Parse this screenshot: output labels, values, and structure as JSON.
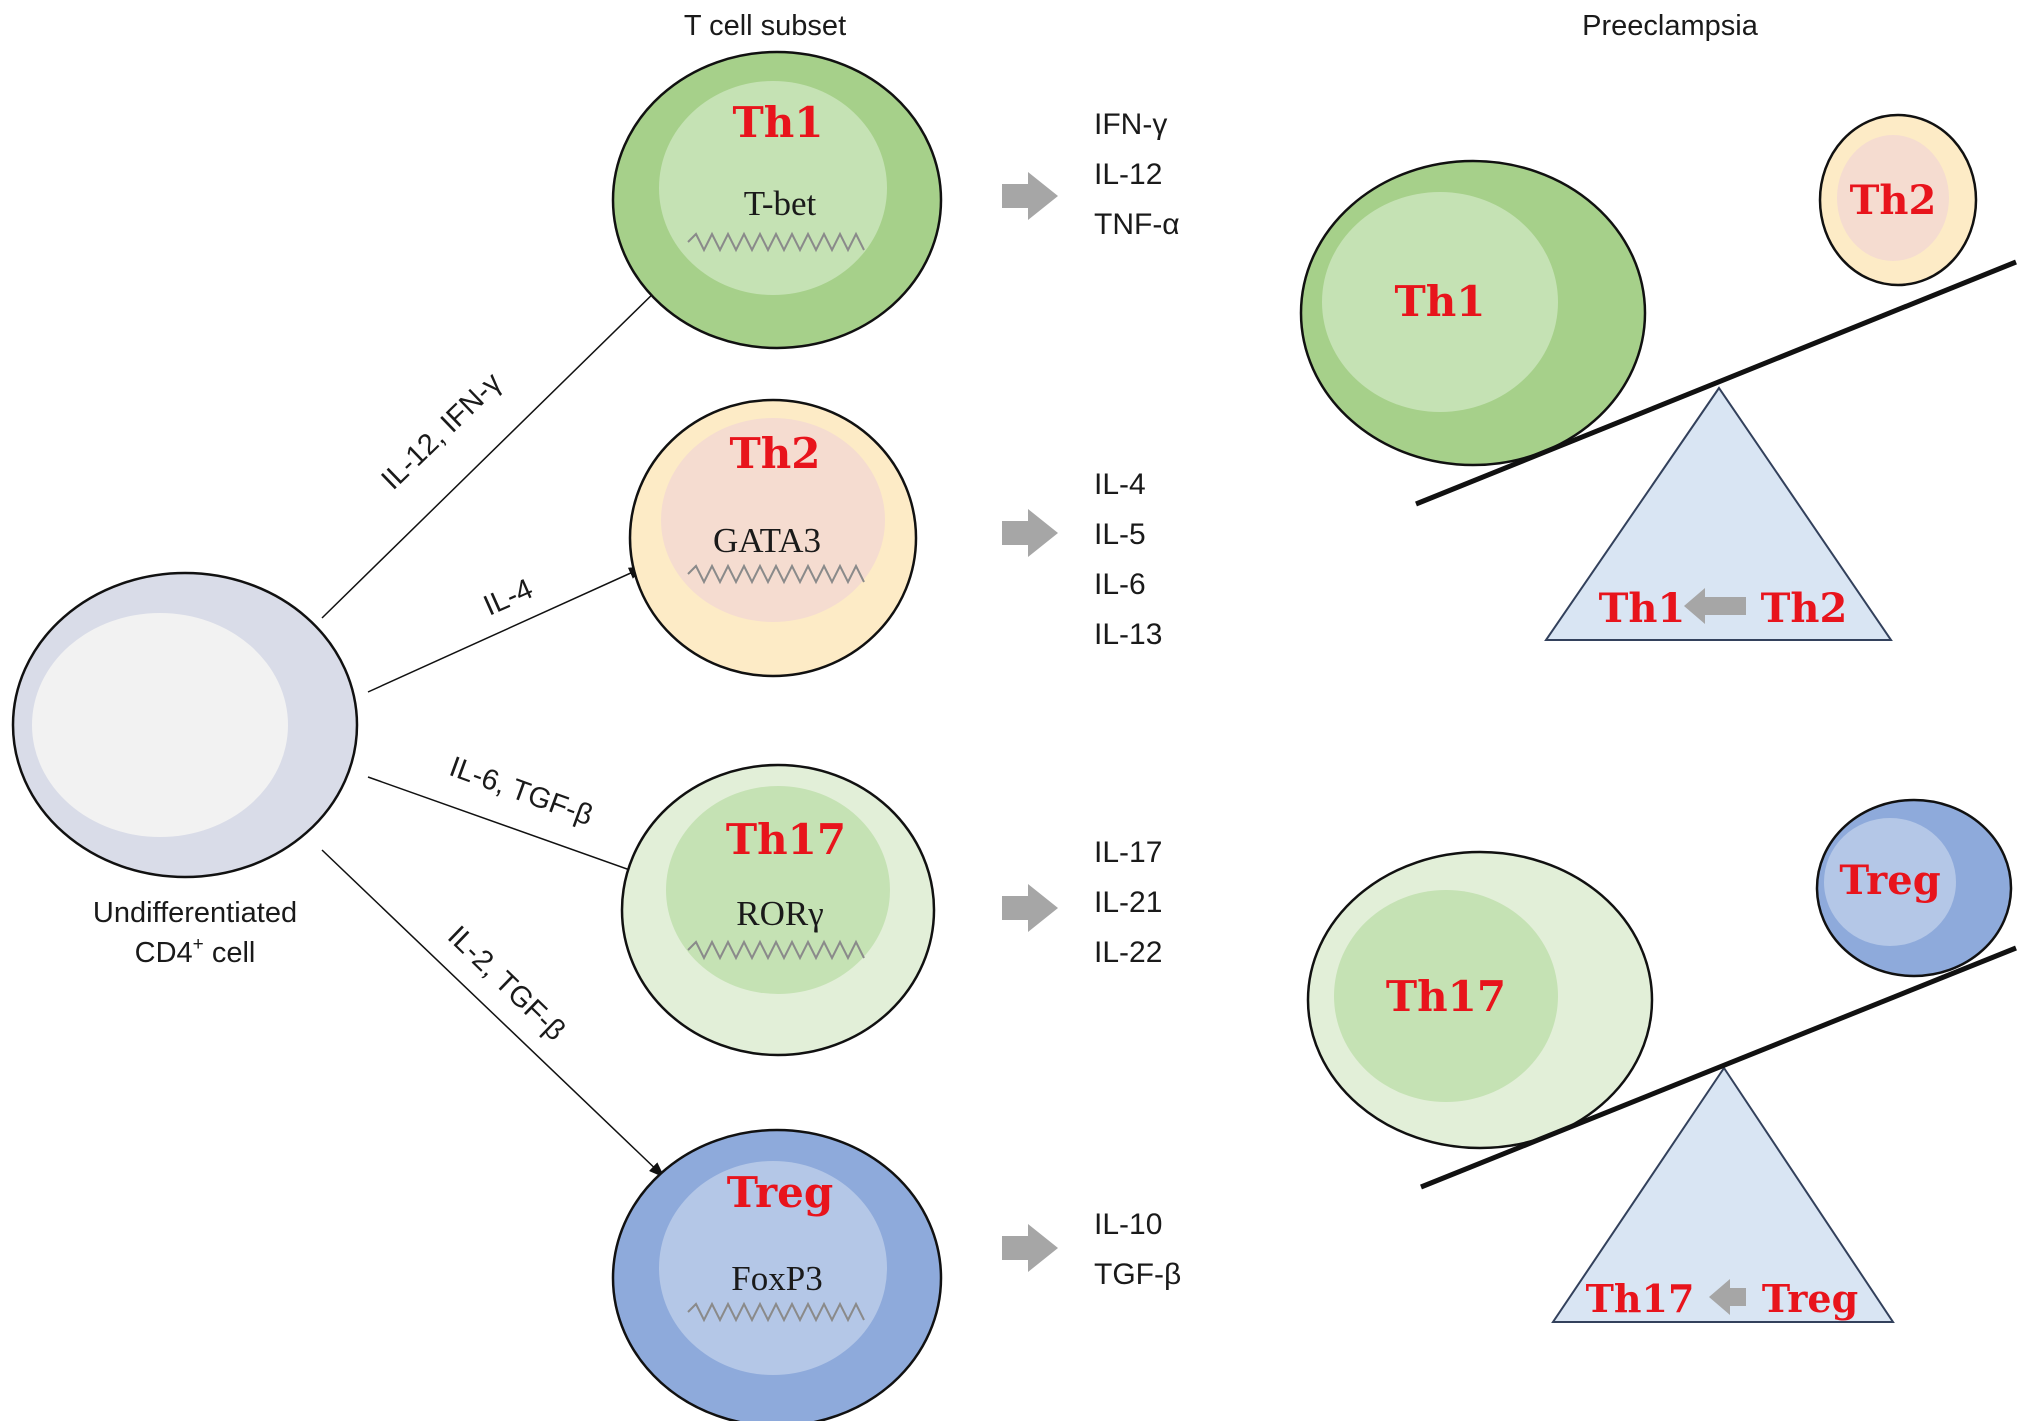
{
  "headers": {
    "t_cell_subset": "T cell subset",
    "preeclampsia": "Preeclampsia"
  },
  "naive_cell": {
    "line1": "Undifferentiated",
    "line2_prefix": "CD4",
    "line2_sup": "+",
    "line2_suffix": " cell"
  },
  "differentiation_signals": [
    "IL-12, IFN-γ",
    "IL-4",
    "IL-6, TGF-β",
    "IL-2, TGF-β"
  ],
  "subsets": [
    {
      "name": "Th1",
      "transcription_factor": "T-bet",
      "cytokines": [
        "IFN-γ",
        "IL-12",
        "TNF-α"
      ]
    },
    {
      "name": "Th2",
      "transcription_factor": "GATA3",
      "cytokines": [
        "IL-4",
        "IL-5",
        "IL-6",
        "IL-13"
      ]
    },
    {
      "name": "Th17",
      "transcription_factor": "RORγ",
      "cytokines": [
        "IL-17",
        "IL-21",
        "IL-22"
      ]
    },
    {
      "name": "Treg",
      "transcription_factor": "FoxP3",
      "cytokines": [
        "IL-10",
        "TGF-β"
      ]
    }
  ],
  "balances": [
    {
      "heavy": "Th1",
      "light": "Th2",
      "shift_to": "Th1",
      "shift_from": "Th2"
    },
    {
      "heavy": "Th17",
      "light": "Treg",
      "shift_to": "Th17",
      "shift_from": "Treg"
    }
  ],
  "colors": {
    "label_red": "#e8141c",
    "arrow_gray": "#a6a6a6",
    "th1_outer": "#a6d08a",
    "th1_inner": "#c5e2b4",
    "th2_outer": "#fdebc6",
    "th2_inner": "#f5dcd0",
    "th17_outer": "#e2efd8",
    "th17_inner": "#c5e2b4",
    "treg_outer": "#8eaadb",
    "treg_inner": "#b4c7e7",
    "naive_outer": "#d9dce8",
    "naive_inner": "#f2f2f2",
    "fulcrum": "#d9e5f3"
  }
}
